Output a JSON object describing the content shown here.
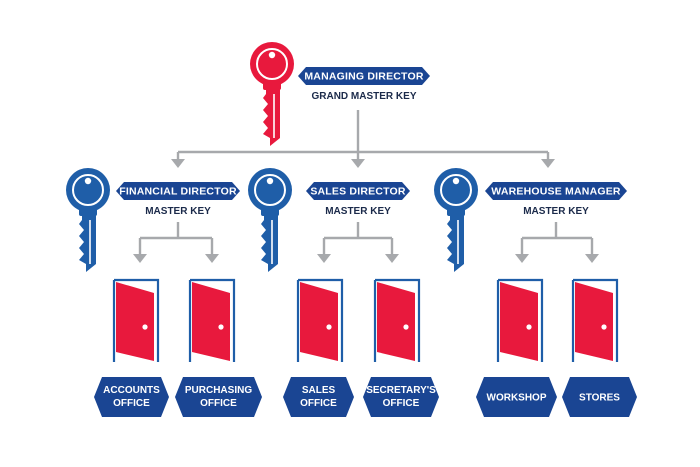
{
  "colors": {
    "navy": "#1a4593",
    "key_red": "#e8193d",
    "key_blue": "#1f5ea8",
    "door_red": "#e8193d",
    "line_gray": "#a7a9ac"
  },
  "top": {
    "title": "MANAGING DIRECTOR",
    "subtitle": "GRAND MASTER KEY",
    "icon": "red-key-icon"
  },
  "managers": [
    {
      "title": "FINANCIAL DIRECTOR",
      "subtitle": "MASTER KEY",
      "icon": "blue-key-icon",
      "rooms": [
        {
          "line1": "ACCOUNTS",
          "line2": "OFFICE"
        },
        {
          "line1": "PURCHASING",
          "line2": "OFFICE"
        }
      ]
    },
    {
      "title": "SALES DIRECTOR",
      "subtitle": "MASTER KEY",
      "icon": "blue-key-icon",
      "rooms": [
        {
          "line1": "SALES",
          "line2": "OFFICE"
        },
        {
          "line1": "SECRETARY'S",
          "line2": "OFFICE"
        }
      ]
    },
    {
      "title": "WAREHOUSE MANAGER",
      "subtitle": "MASTER KEY",
      "icon": "blue-key-icon",
      "rooms": [
        {
          "line1": "WORKSHOP",
          "line2": ""
        },
        {
          "line1": "STORES",
          "line2": ""
        }
      ]
    }
  ]
}
